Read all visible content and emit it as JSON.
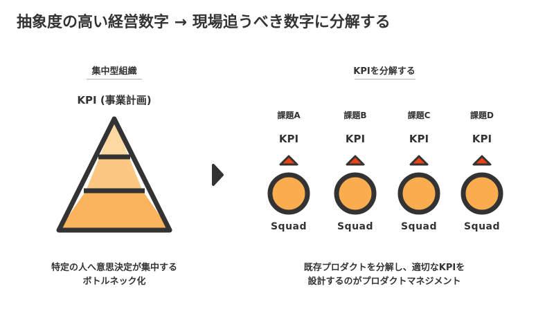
{
  "title": "抽象度の高い経営数字 → 現場追うべき数字に分解する",
  "left": {
    "heading": "集中型組織",
    "kpi_label": "KPI (事業計画)",
    "caption_line1": "特定の人へ意思決定が集中する",
    "caption_line2": "ボトルネック化"
  },
  "right": {
    "heading": "KPIを分解する",
    "columns": [
      {
        "issue": "課題A",
        "kpi": "KPI",
        "squad": "Squad"
      },
      {
        "issue": "課題B",
        "kpi": "KPI",
        "squad": "Squad"
      },
      {
        "issue": "課題C",
        "kpi": "KPI",
        "squad": "Squad"
      },
      {
        "issue": "課題D",
        "kpi": "KPI",
        "squad": "Squad"
      }
    ],
    "caption_line1": "既存プロダクトを分解し、適切なKPIを",
    "caption_line2": "設計するのがプロダクトマネジメント"
  },
  "colors": {
    "outline": "#333333",
    "fill_light": "#fcd8a3",
    "fill_mid": "#fbc781",
    "fill_dark": "#fab45e",
    "circle_fill": "#f9ad4f",
    "triangle_fill": "#e8431a",
    "divider": "#b5b5b5"
  }
}
